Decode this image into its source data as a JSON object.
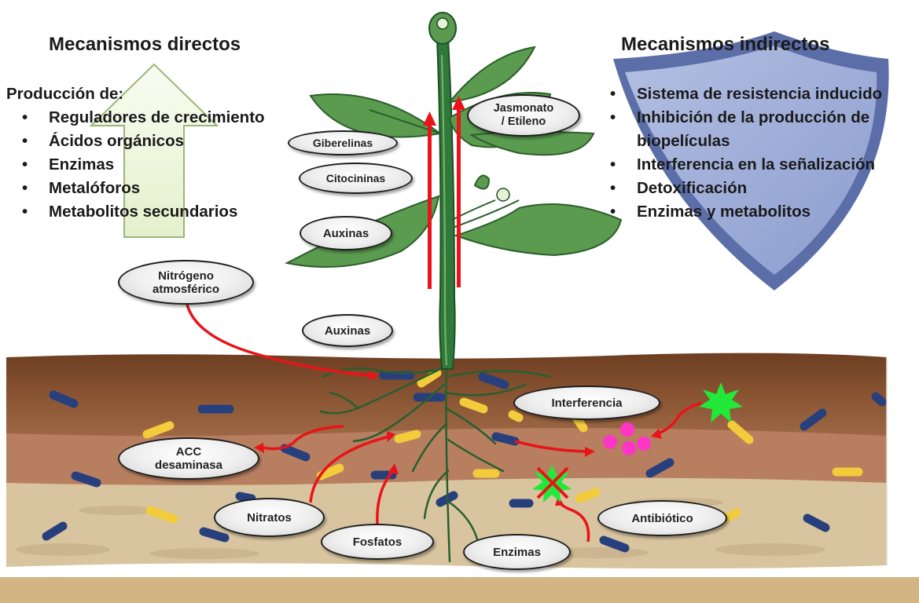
{
  "left_panel": {
    "title": "Mecanismos directos",
    "subtitle": "Producción de:",
    "items": [
      "Reguladores de crecimiento",
      "Ácidos orgánicos",
      "Enzimas",
      "Metalóforos",
      "Metabolitos secundarios"
    ]
  },
  "right_panel": {
    "title": "Mecanismos indirectos",
    "items": [
      "Sistema de resistencia inducido",
      "Inhibición de la producción de biopelículas",
      "Interferencia en la señalización",
      "Detoxificación",
      "Enzimas y metabolitos"
    ]
  },
  "plant_labels": {
    "giberelinas": "Giberelinas",
    "citocininas": "Citocininas",
    "auxinas_upper": "Auxinas",
    "jasmonato": "Jasmonato\n/ Etileno",
    "nitrogeno": "Nitrógeno\natmosférico",
    "auxinas_lower": "Auxinas"
  },
  "soil_labels": {
    "interferencia": "Interferencia",
    "acc": "ACC\ndesaminasa",
    "nitratos": "Nitratos",
    "fosfatos": "Fosfatos",
    "enzimas": "Enzimas",
    "antibiotico": "Antibiótico"
  },
  "colors": {
    "arrow": "#e8141a",
    "stem": "#2f7a3b",
    "leaf": "#5a9b4f",
    "bacteria_blue": "#27407d",
    "bacteria_yellow": "#f2cc3a",
    "soil_top": "#7b4a2b",
    "soil_mid": "#b98463",
    "soil_bottom": "#d9c6a2",
    "signal_molecule": "#ff35c8",
    "star_green": "#22e83a",
    "shield": "#a9b6dc",
    "growth_arrow": "#eef6dc"
  }
}
